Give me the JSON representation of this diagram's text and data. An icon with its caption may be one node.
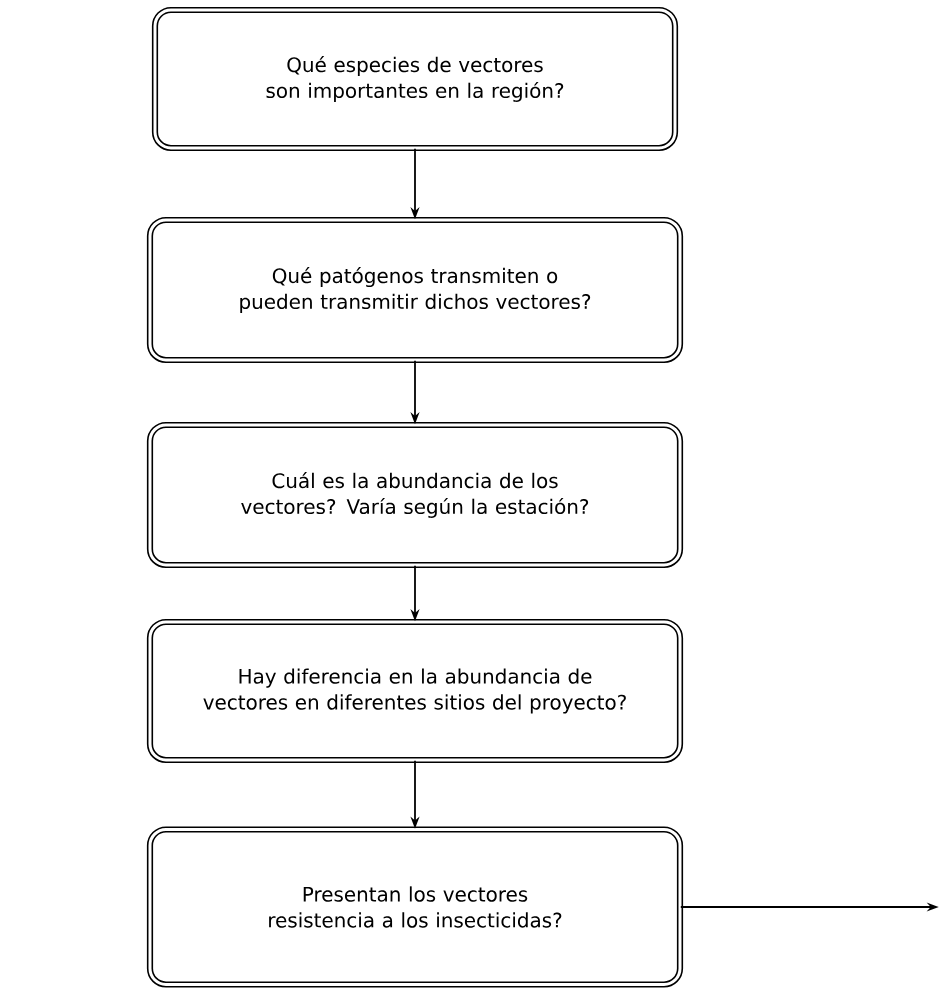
{
  "diagram": {
    "nodes": [
      {
        "text": [
          "Qué especies de vectores son importantes en la región?"
        ]
      },
      {
        "text": [
          "Qué patógenos transmiten o pueden transmitir dichos vectores?"
        ]
      },
      {
        "text": [
          "Cuál es la abundancia de los vectores? Varía según la estación?"
        ]
      },
      {
        "text": [
          "Hay diferencia en la abundancia de vectores en diferentes sitios del proyecto?"
        ]
      },
      {
        "text": [
          "Presentan los vectores resistencia a los insecticidas?"
        ]
      }
    ],
    "edges": [
      {
        "from": 0,
        "to": 1,
        "arrow": "to"
      },
      {
        "from": 1,
        "to": 2,
        "arrow": "to"
      },
      {
        "from": 2,
        "to": 3,
        "arrow": "to"
      },
      {
        "from": 3,
        "to": 4,
        "arrow": "to"
      },
      {
        "from": 4,
        "to": null,
        "arrow": "to"
      }
    ]
  }
}
